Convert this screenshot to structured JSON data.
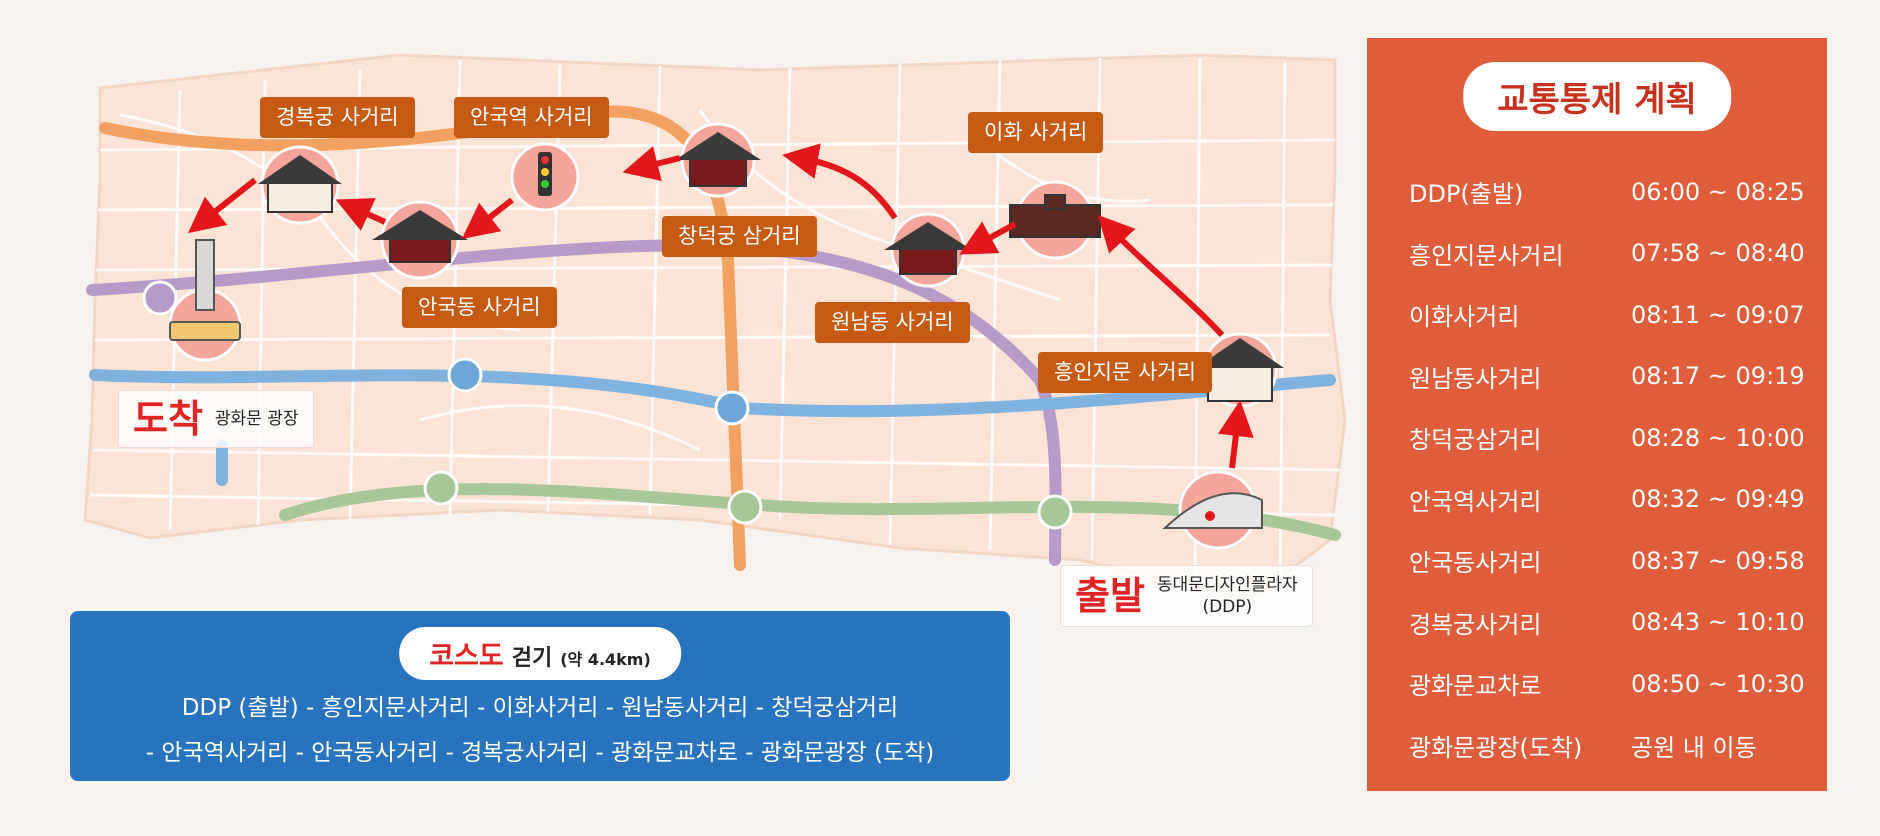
{
  "map": {
    "intersections": [
      {
        "id": "gyeongbokgung",
        "label": "경복궁 사거리"
      },
      {
        "id": "anguk-station",
        "label": "안국역 사거리"
      },
      {
        "id": "anguk-dong",
        "label": "안국동 사거리"
      },
      {
        "id": "changdeokgung",
        "label": "창덕궁 삼거리"
      },
      {
        "id": "ihwa",
        "label": "이화 사거리"
      },
      {
        "id": "wonnam-dong",
        "label": "원남동 사거리"
      },
      {
        "id": "heunginjimun",
        "label": "흥인지문 사거리"
      }
    ],
    "arrival": {
      "big": "도착",
      "place": "광화문 광장"
    },
    "departure": {
      "big": "출발",
      "place_line1": "동대문디자인플라자",
      "place_line2": "(DDP)"
    },
    "colors": {
      "route_arrow": "#e3161b",
      "line_orange": "#f3a160",
      "line_purple": "#b79ac9",
      "line_blue": "#7fb2de",
      "line_green": "#a7c796",
      "label_bg": "#c65a12",
      "map_bg": "#fbe3d6"
    }
  },
  "course": {
    "title": "코스도",
    "mode": "걷기",
    "distance": "(약 4.4km)",
    "line1": "DDP (출발) - 흥인지문사거리 - 이화사거리 - 원남동사거리 - 창덕궁삼거리",
    "line2": "- 안국역사거리 - 안국동사거리 - 경복궁사거리 - 광화문교차로 - 광화문광장 (도착)",
    "color": "#2773bd"
  },
  "schedule": {
    "title": "교통통제 계획",
    "color": "#e05d3c",
    "rows": [
      {
        "name": "DDP(출발)",
        "time": "06:00 ~ 08:25"
      },
      {
        "name": "흥인지문사거리",
        "time": "07:58 ~ 08:40"
      },
      {
        "name": "이화사거리",
        "time": "08:11 ~ 09:07"
      },
      {
        "name": "원남동사거리",
        "time": "08:17 ~ 09:19"
      },
      {
        "name": "창덕궁삼거리",
        "time": "08:28 ~ 10:00"
      },
      {
        "name": "안국역사거리",
        "time": "08:32 ~ 09:49"
      },
      {
        "name": "안국동사거리",
        "time": "08:37 ~ 09:58"
      },
      {
        "name": "경복궁사거리",
        "time": "08:43 ~ 10:10"
      },
      {
        "name": "광화문교차로",
        "time": "08:50 ~ 10:30"
      },
      {
        "name": "광화문광장(도착)",
        "time": "공원 내 이동"
      }
    ]
  }
}
